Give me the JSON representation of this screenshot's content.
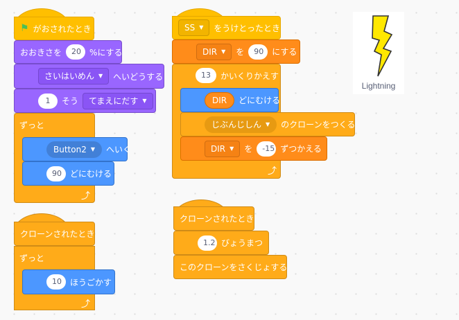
{
  "script1": {
    "hat": "がおされたとき",
    "size_pre": "おおきさを",
    "size_val": "20",
    "size_post": "%にする",
    "effect_dd": "さいはいめん",
    "effect_post": "へいどうする",
    "layer_val": "1",
    "layer_mid": "そう",
    "layer_dd": "てまえにだす",
    "forever": "ずっと",
    "goto_dd": "Button2",
    "goto_post": "へいく",
    "point_val": "90",
    "point_post": "どにむける"
  },
  "script2": {
    "hat_dd": "SS",
    "hat_post": "をうけとったとき",
    "set_dd": "DIR",
    "set_mid": "を",
    "set_val": "90",
    "set_post": "にする",
    "repeat_val": "13",
    "repeat_post": "かいくりかえす",
    "point_var": "DIR",
    "point_post": "どにむける",
    "clone_dd": "じぶんじしん",
    "clone_post": "のクローンをつくる",
    "change_dd": "DIR",
    "change_mid": "を",
    "change_val": "-15",
    "change_post": "ずつかえる"
  },
  "script3": {
    "hat": "クローンされたとき",
    "forever": "ずっと",
    "move_val": "10",
    "move_post": "ほうごかす"
  },
  "script4": {
    "hat": "クローンされたとき",
    "wait_val": "1.2",
    "wait_post": "びょうまつ",
    "delete": "このクローンをさくじょする"
  },
  "sprite": {
    "name": "Lightning"
  }
}
